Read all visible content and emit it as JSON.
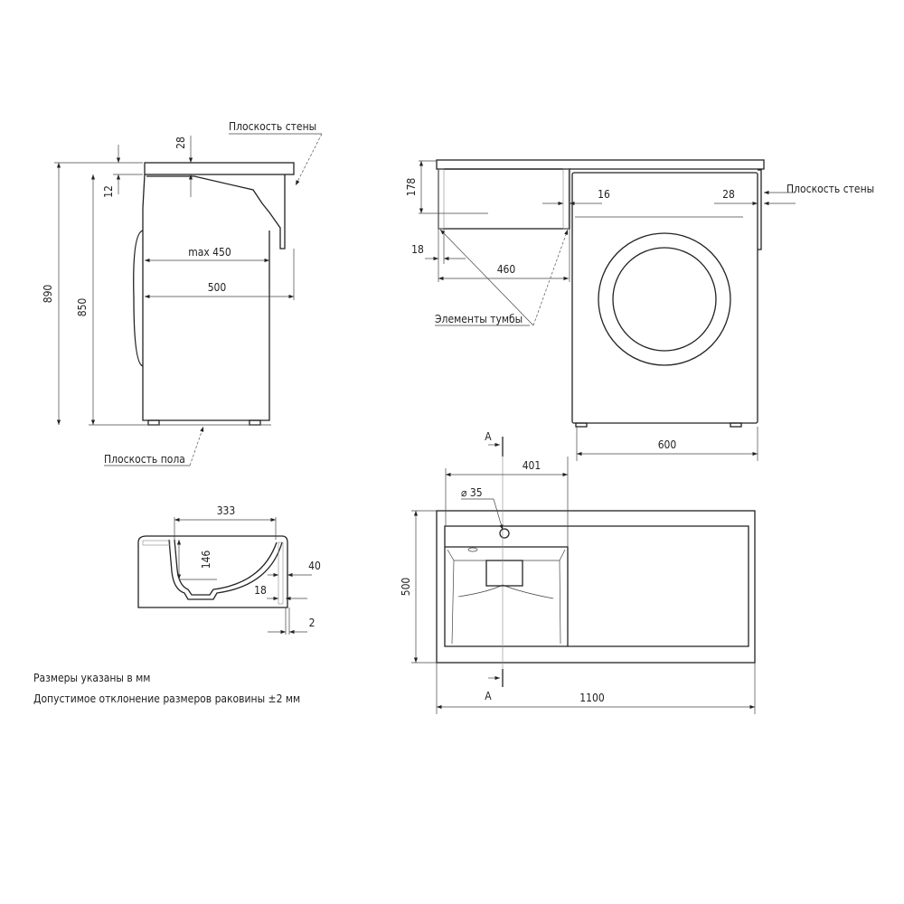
{
  "side_view": {
    "wall_plane_label": "Плоскость стены",
    "floor_plane_label": "Плоскость пола",
    "dim_total_height": "890",
    "dim_washer_height": "850",
    "dim_gap": "12",
    "dim_top_thickness": "28",
    "dim_max_depth": "max 450",
    "dim_depth": "500"
  },
  "front_view": {
    "dim_cabinet_height": "178",
    "dim_panel_thickness": "18",
    "dim_cabinet_width": "460",
    "dim_side_thickness": "16",
    "dim_wall_gap": "28",
    "wall_plane_label": "Плоскость стены",
    "cabinet_elements_label": "Элементы тумбы",
    "dim_washer_width": "600"
  },
  "section_view": {
    "dim_bowl_width": "333",
    "dim_bowl_depth": "146",
    "dim_edge": "40",
    "dim_panel": "18",
    "dim_gap": "2"
  },
  "top_view": {
    "section_mark_top": "A",
    "section_mark_bottom": "A",
    "dim_hole_offset": "401",
    "dim_hole_diameter": "⌀ 35",
    "dim_depth": "500",
    "dim_length": "1100"
  },
  "notes": [
    "Размеры указаны в мм",
    "Допустимое отклонение размеров раковины ±2 мм"
  ]
}
